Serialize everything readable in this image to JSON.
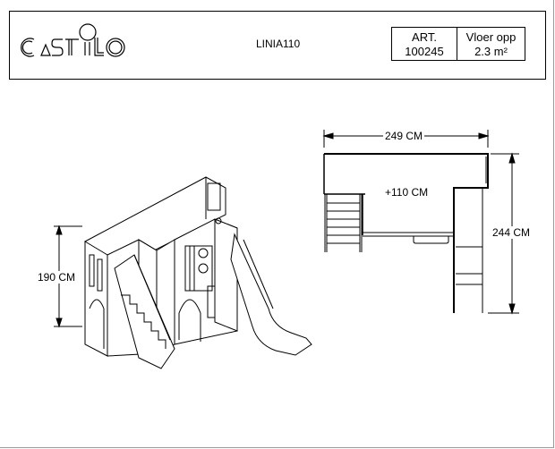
{
  "header": {
    "logo_text": "CASTILO",
    "model": "LINIA110",
    "art_label": "ART.",
    "art_number": "100245",
    "floor_label": "Vloer opp",
    "floor_value": "2.3 m²"
  },
  "dimensions": {
    "height": "190 CM",
    "width": "249 CM",
    "depth": "244 CM",
    "platform_height": "+110 CM"
  }
}
